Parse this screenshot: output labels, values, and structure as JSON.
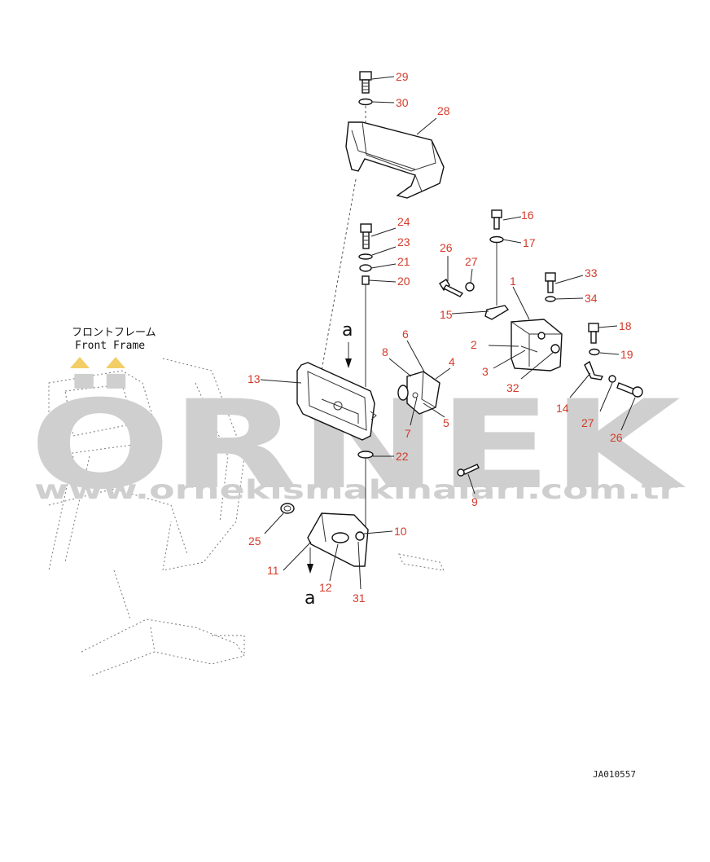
{
  "watermark": {
    "brand": "ÖRNEK",
    "url": "www.ornekismakinalari.com.tr",
    "dot_color": "#f0c040",
    "text_color": "#cfcfcf"
  },
  "frame_note": {
    "japanese": "フロントフレーム",
    "english": "Front Frame"
  },
  "view_marker": "a",
  "drawing_code": "JA010557",
  "label_color": "#d43b2a",
  "callouts": [
    "1",
    "2",
    "3",
    "4",
    "5",
    "6",
    "7",
    "8",
    "9",
    "10",
    "11",
    "12",
    "13",
    "14",
    "15",
    "16",
    "17",
    "18",
    "19",
    "20",
    "21",
    "22",
    "23",
    "24",
    "25",
    "26",
    "27",
    "28",
    "29",
    "30",
    "31",
    "32",
    "33",
    "34"
  ]
}
